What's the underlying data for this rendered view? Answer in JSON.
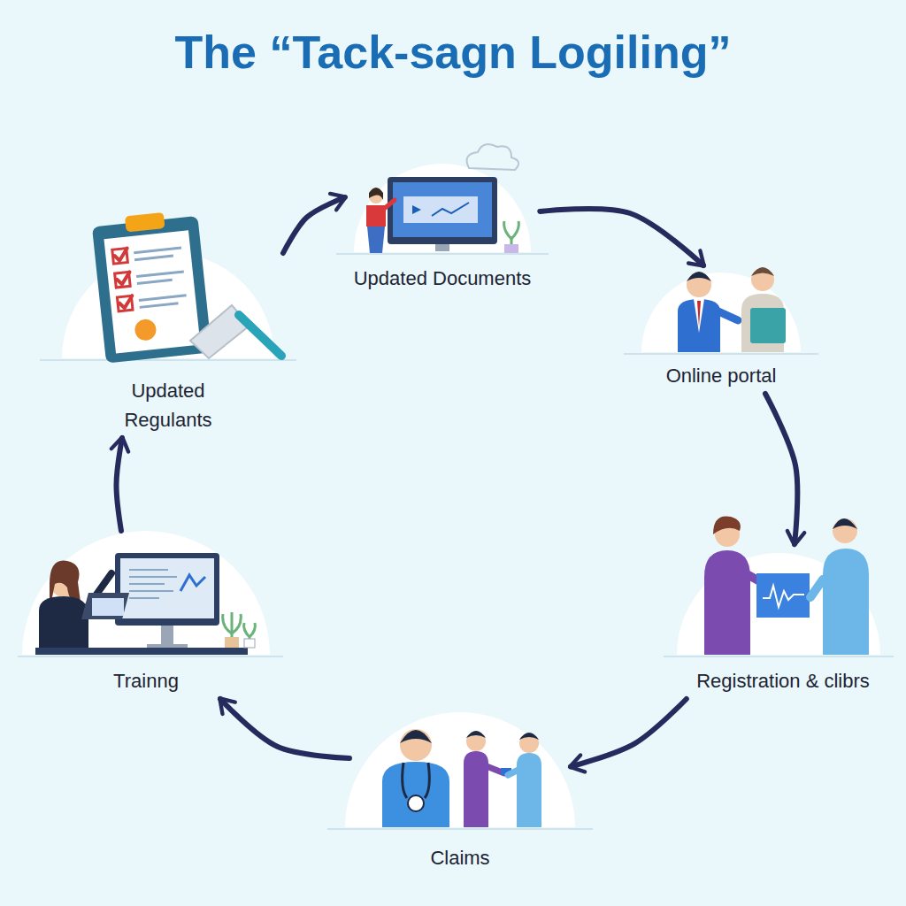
{
  "diagram": {
    "title": "The “Tack-sagn Logiling”",
    "nodes": [
      {
        "text": [
          "Updated Documents"
        ]
      },
      {
        "text": [
          "Online portal"
        ]
      },
      {
        "text": [
          "Registration & clibrs"
        ]
      },
      {
        "text": [
          "Claims"
        ]
      },
      {
        "text": [
          "Trainng"
        ]
      },
      {
        "text": [
          "Updated Regulants"
        ]
      }
    ],
    "edges": [
      {
        "from": 0,
        "to": 1,
        "arrow": "to"
      },
      {
        "from": 1,
        "to": 2,
        "arrow": "to"
      },
      {
        "from": 2,
        "to": 3,
        "arrow": "to"
      },
      {
        "from": 3,
        "to": 4,
        "arrow": "to"
      },
      {
        "from": 4,
        "to": 5,
        "arrow": "to"
      },
      {
        "from": 5,
        "to": 0,
        "arrow": "to"
      }
    ]
  }
}
